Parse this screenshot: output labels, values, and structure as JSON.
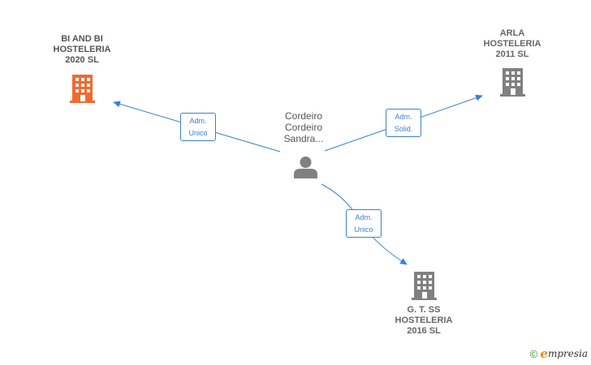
{
  "colors": {
    "edge": "#3a7fd5",
    "company_highlight": "#f26a2f",
    "company": "#808080",
    "person": "#808080",
    "brand_copyright": "#2c9a3a",
    "brand_e": "#e58b18"
  },
  "nodes": {
    "company_bi": {
      "lines": [
        "BI AND BI",
        "HOSTELERIA",
        "2020  SL"
      ],
      "icon": "building-icon"
    },
    "company_arla": {
      "lines": [
        "ARLA",
        "HOSTELERIA",
        "2011 SL"
      ],
      "icon": "building-icon"
    },
    "company_gt": {
      "lines": [
        "G. T. SS",
        "HOSTELERIA",
        "2016  SL"
      ],
      "icon": "building-icon"
    },
    "person": {
      "lines": [
        "Cordeiro",
        "Cordeiro",
        "Sandra..."
      ],
      "icon": "person-icon"
    }
  },
  "edges": {
    "to_bi": [
      "Adm.",
      "Unico"
    ],
    "to_arla": [
      "Adm.",
      "Solid."
    ],
    "to_gt": [
      "Adm.",
      "Unico"
    ]
  },
  "footer": {
    "copyright": "©",
    "brand_initial": "e",
    "brand_rest": "mpresia"
  }
}
